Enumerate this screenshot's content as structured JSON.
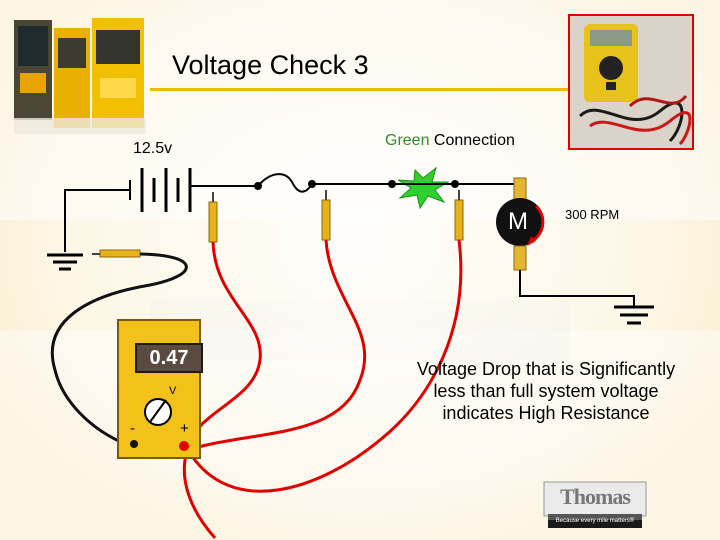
{
  "slide": {
    "title": "Voltage Check 3",
    "battery_label": "12.5v",
    "connection_label_colored": "Green",
    "connection_label_rest": " Connection",
    "motor_label": "M",
    "motor_speed": "300 RPM",
    "meter": {
      "reading": "0.47",
      "unit": "V",
      "negative_terminal": "-",
      "positive_terminal": "+"
    },
    "note": "Voltage Drop that is Significantly less than full system voltage indicates High Resistance",
    "logo": {
      "name": "Thomas",
      "tagline": "Because every mile matters®"
    },
    "colors": {
      "accent": "#f3b800",
      "lead_red": "#e00000",
      "lead_black": "#111111",
      "green_connection": "#2fd12f",
      "meter_body": "#f2c21a",
      "photo_frame": "#e00000"
    }
  }
}
